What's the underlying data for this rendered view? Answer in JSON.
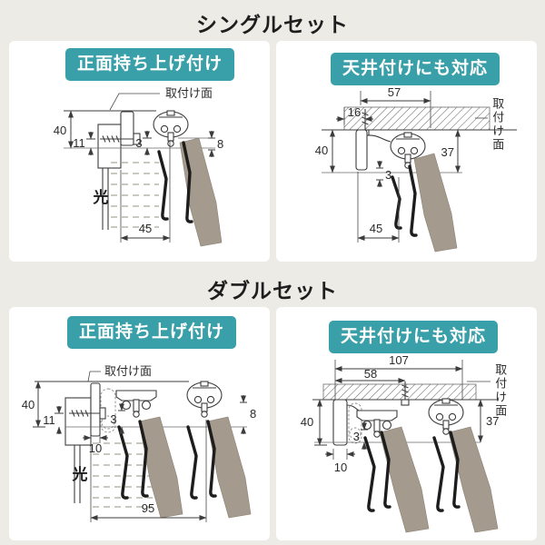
{
  "colors": {
    "background": "#ecebe5",
    "panel": "#ffffff",
    "badge": "#399fa8",
    "badge_text": "#ffffff",
    "line": "#3c3c3c",
    "fabric": "#a49a8d",
    "hook": "#1d1d1d"
  },
  "titles": {
    "single": "シングルセット",
    "double": "ダブルセット"
  },
  "panels": {
    "single_front": {
      "badge": "正面持ち上げ付け",
      "mount_label": "取付け面",
      "light_label": "光",
      "dims": {
        "height": "40",
        "screw_offset": "11",
        "gap": "3",
        "drop": "8",
        "depth": "45"
      }
    },
    "single_ceiling": {
      "badge": "天井付けにも対応",
      "mount_label": "取付け面",
      "dims": {
        "depth": "57",
        "screw_offset": "16",
        "height": "40",
        "rail_height": "37",
        "gap": "3",
        "front_depth": "45"
      }
    },
    "double_front": {
      "badge": "正面持ち上げ付け",
      "mount_label": "取付け面",
      "light_label": "光",
      "dims": {
        "height": "40",
        "screw_offset": "11",
        "gap": "3",
        "drop": "8",
        "bracket_width": "10",
        "depth": "95"
      }
    },
    "double_ceiling": {
      "badge": "天井付けにも対応",
      "mount_label": "取付け面",
      "dims": {
        "depth": "107",
        "screw_depth": "58",
        "height": "40",
        "rail_height": "37",
        "gap": "3",
        "bracket_width": "10"
      }
    }
  }
}
